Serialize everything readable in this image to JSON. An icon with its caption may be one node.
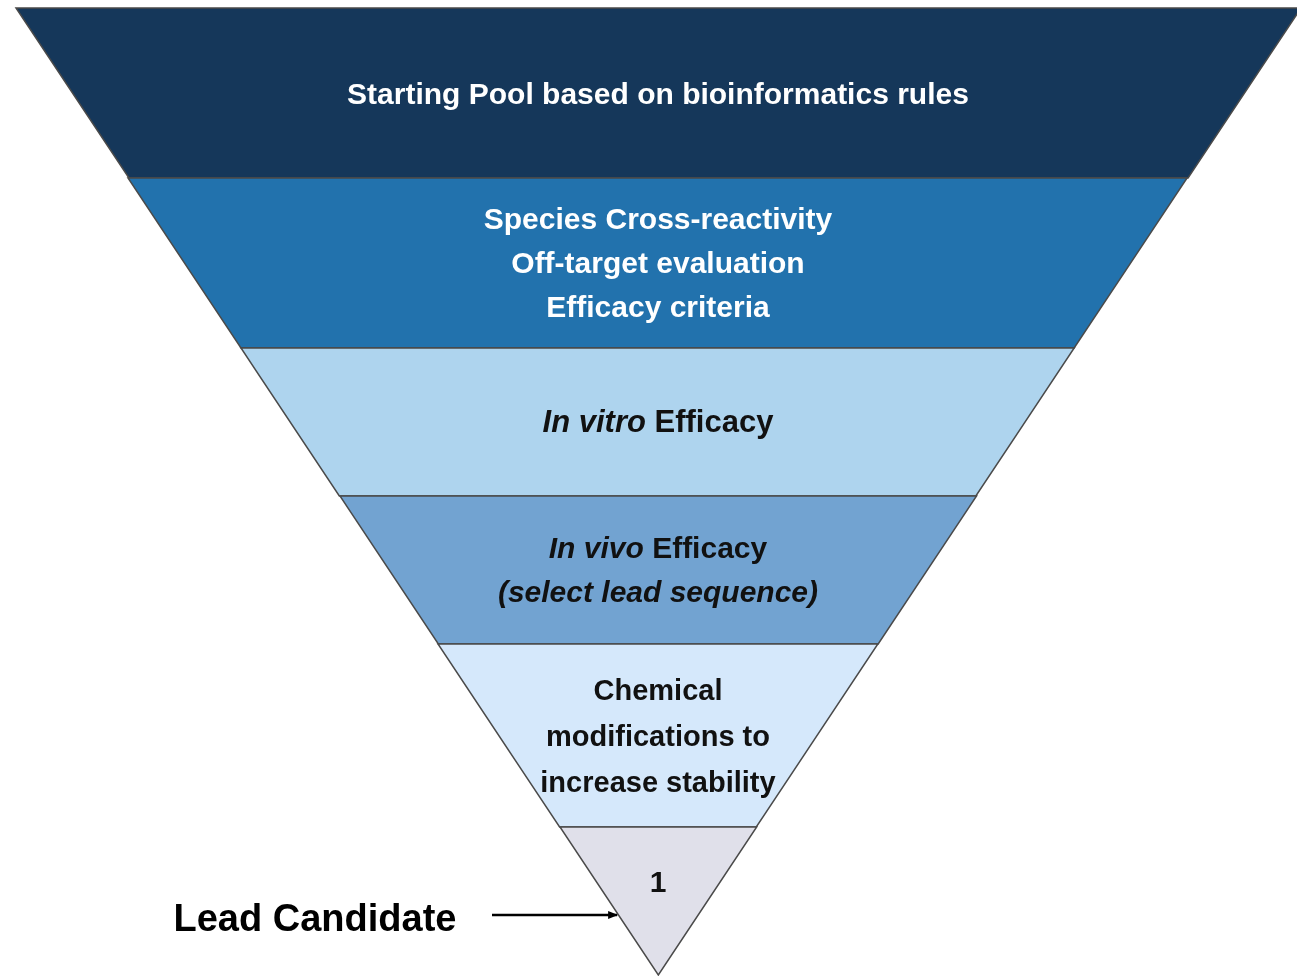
{
  "diagram": {
    "nodes": [
      {
        "text": [
          "Starting Pool based on bioinformatics rules"
        ]
      },
      {
        "text": [
          "Species Cross-reactivity",
          "Off-target evaluation",
          "Efficacy criteria"
        ]
      },
      {
        "text": [
          "*In vitro* Efficacy"
        ]
      },
      {
        "text": [
          "*In vivo* Efficacy",
          "*(select lead sequence)*"
        ]
      },
      {
        "text": [
          "Chemical modifications to increase stability"
        ]
      },
      {
        "text": [
          "1"
        ]
      },
      {
        "text": [
          "Lead Candidate"
        ]
      }
    ],
    "edges": [
      {
        "from": 6,
        "to": 5,
        "arrow": "to"
      }
    ]
  }
}
